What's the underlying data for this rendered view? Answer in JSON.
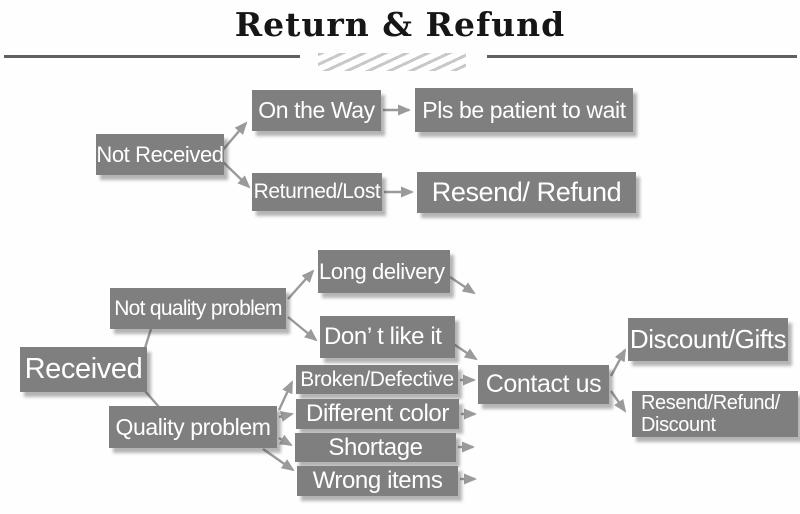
{
  "title": "Return & Refund",
  "colors": {
    "background": "#fefefe",
    "box": "#7f7f7f",
    "box_text": "#ffffff",
    "arrow": "#9a9a9a",
    "title_text": "#161616",
    "divider": "#606060",
    "hatch": "#c8c8c8"
  },
  "nodes": {
    "not_received": {
      "label": "Not Received"
    },
    "on_the_way": {
      "label": "On the Way"
    },
    "pls_wait": {
      "label": "Pls be patient to wait"
    },
    "returned_lost": {
      "label": "Returned/Lost"
    },
    "resend_refund": {
      "label": "Resend/ Refund"
    },
    "received": {
      "label": "Received"
    },
    "not_quality_problem": {
      "label": "Not quality problem"
    },
    "quality_problem": {
      "label": "Quality problem"
    },
    "long_delivery": {
      "label": "Long delivery"
    },
    "dont_like_it": {
      "label": "Don’ t like it"
    },
    "broken_defective": {
      "label": "Broken/Defective"
    },
    "different_color": {
      "label": "Different color"
    },
    "shortage": {
      "label": "Shortage"
    },
    "wrong_items": {
      "label": "Wrong items"
    },
    "contact_us": {
      "label": "Contact us"
    },
    "discount_gifts": {
      "label": "Discount/Gifts"
    },
    "resend_refund_discount": {
      "label": "Resend/Refund/ Discount",
      "line1": "Resend/Refund/",
      "line2": "Discount"
    }
  },
  "edges": [
    {
      "from": "not_received",
      "to": "on_the_way"
    },
    {
      "from": "not_received",
      "to": "returned_lost"
    },
    {
      "from": "on_the_way",
      "to": "pls_wait"
    },
    {
      "from": "returned_lost",
      "to": "resend_refund"
    },
    {
      "from": "received",
      "to": "not_quality_problem"
    },
    {
      "from": "received",
      "to": "quality_problem"
    },
    {
      "from": "not_quality_problem",
      "to": "long_delivery"
    },
    {
      "from": "not_quality_problem",
      "to": "dont_like_it"
    },
    {
      "from": "quality_problem",
      "to": "broken_defective"
    },
    {
      "from": "quality_problem",
      "to": "different_color"
    },
    {
      "from": "quality_problem",
      "to": "shortage"
    },
    {
      "from": "quality_problem",
      "to": "wrong_items"
    },
    {
      "from": "long_delivery",
      "to": "contact_us"
    },
    {
      "from": "dont_like_it",
      "to": "contact_us"
    },
    {
      "from": "broken_defective",
      "to": "contact_us"
    },
    {
      "from": "different_color",
      "to": "contact_us"
    },
    {
      "from": "shortage",
      "to": "contact_us"
    },
    {
      "from": "wrong_items",
      "to": "contact_us"
    },
    {
      "from": "contact_us",
      "to": "discount_gifts"
    },
    {
      "from": "contact_us",
      "to": "resend_refund_discount"
    }
  ]
}
